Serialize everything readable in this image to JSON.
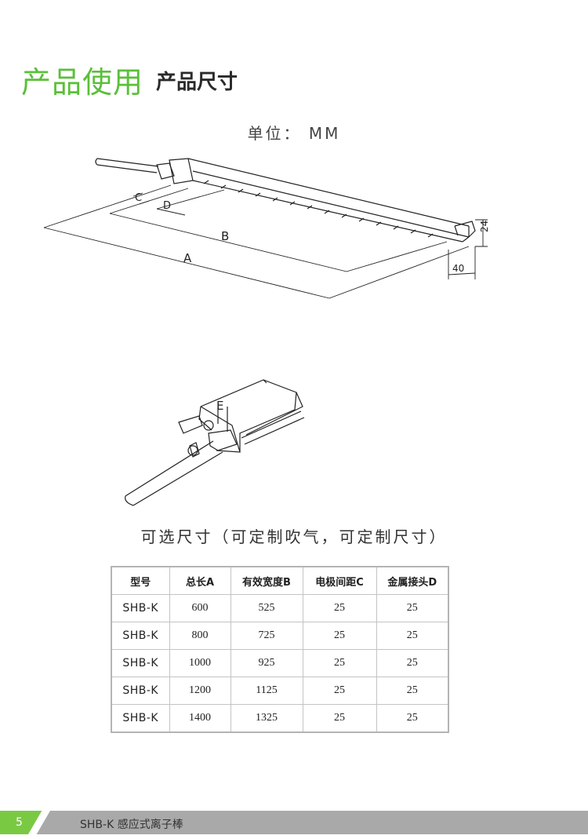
{
  "header": {
    "title": "产品使用",
    "subtitle": "产品尺寸"
  },
  "unit_label": "单位： MM",
  "diagram": {
    "labels": {
      "a": "A",
      "b": "B",
      "c": "C",
      "d": "D",
      "e": "E",
      "height": "24",
      "width": "40"
    }
  },
  "caption": "可选尺寸（可定制吹气，可定制尺寸）",
  "table": {
    "headers": [
      "型号",
      "总长A",
      "有效宽度B",
      "电极间距C",
      "金属接头D"
    ],
    "rows": [
      [
        "SHB-K",
        "600",
        "525",
        "25",
        "25"
      ],
      [
        "SHB-K",
        "800",
        "725",
        "25",
        "25"
      ],
      [
        "SHB-K",
        "1000",
        "925",
        "25",
        "25"
      ],
      [
        "SHB-K",
        "1200",
        "1125",
        "25",
        "25"
      ],
      [
        "SHB-K",
        "1400",
        "1325",
        "25",
        "25"
      ]
    ]
  },
  "footer": {
    "page": "5",
    "product": "SHB-K 感应式离子棒"
  },
  "colors": {
    "accent": "#5bbf3a",
    "footer_bar": "#a9a9a9",
    "footer_green": "#7ac943"
  }
}
